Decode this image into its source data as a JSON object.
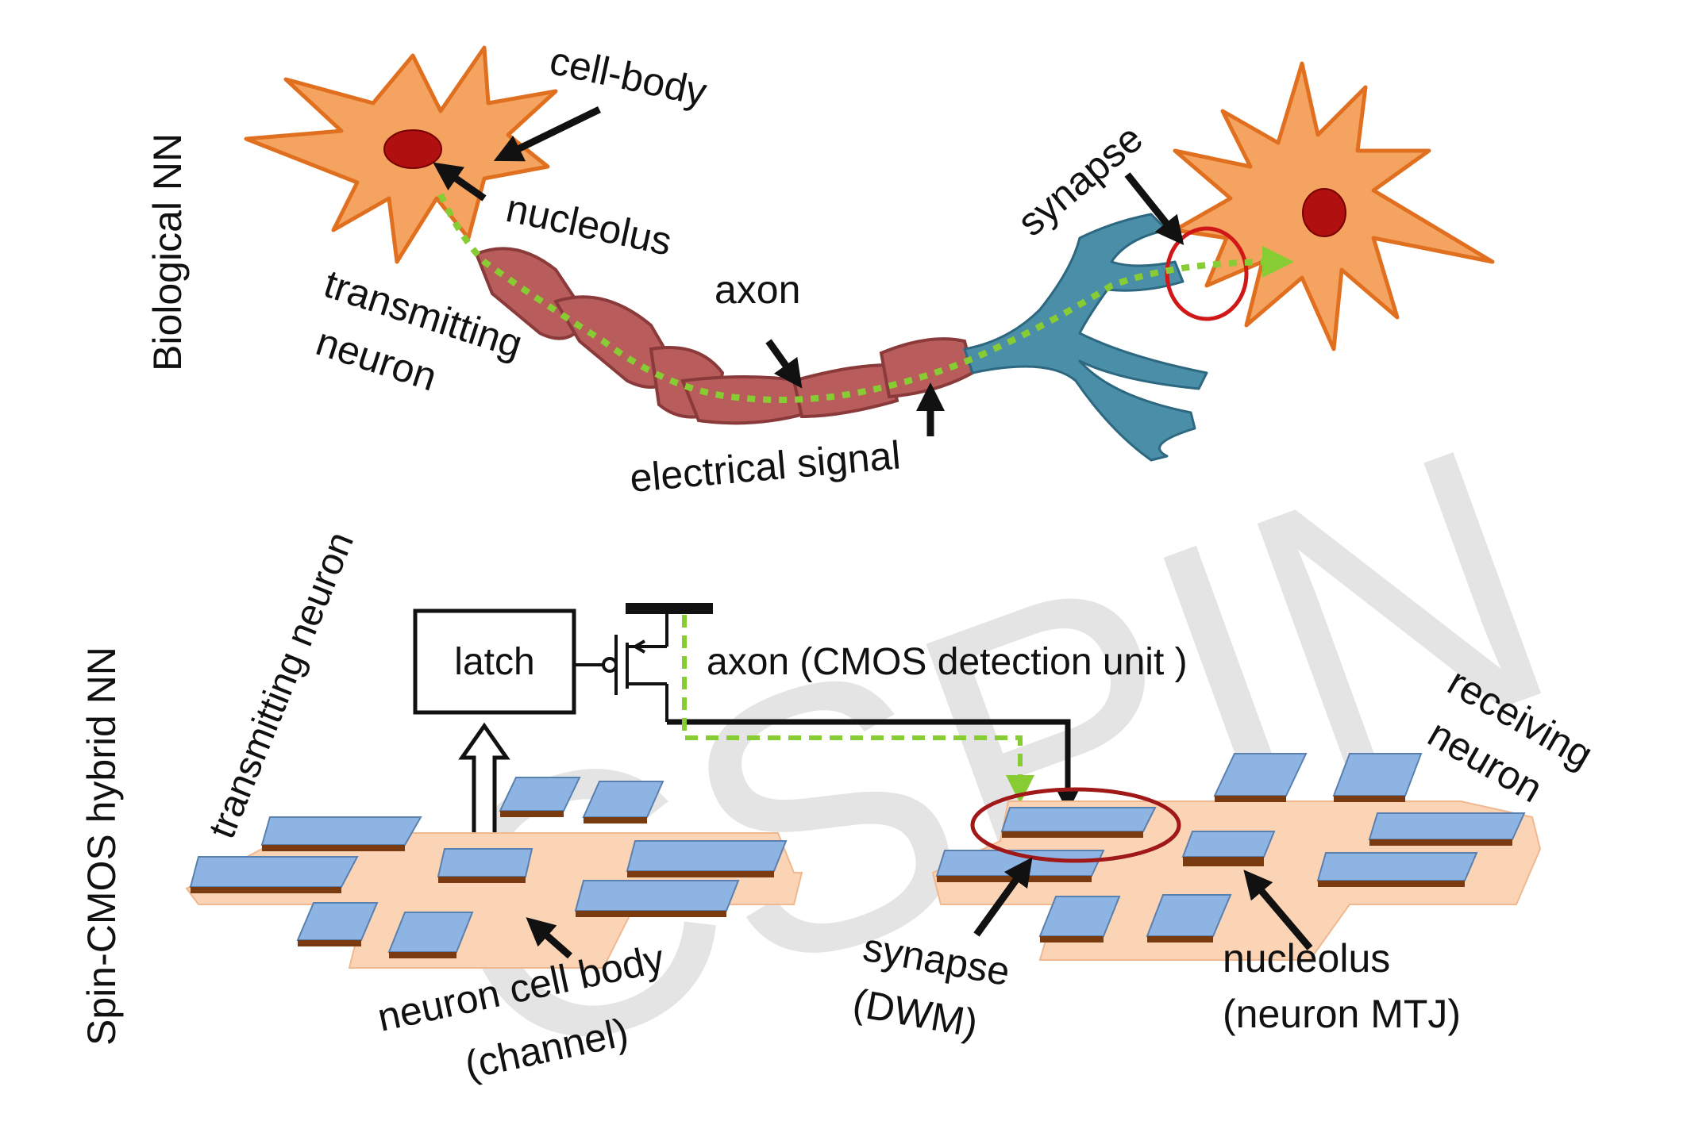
{
  "section_labels": {
    "top": "Biological NN",
    "bottom": "Spin-CMOS hybrid NN"
  },
  "watermark": "CSPIN",
  "biological": {
    "cell_body": "cell-body",
    "nucleolus": "nucleolus",
    "transmitting_line1": "transmitting",
    "transmitting_line2": "neuron",
    "axon": "axon",
    "electrical_signal": "electrical signal",
    "synapse": "synapse"
  },
  "hybrid": {
    "transmitting_neuron": "transmitting neuron",
    "latch": "latch",
    "axon": "axon (CMOS detection unit )",
    "receiving_line1": "receiving",
    "receiving_line2": "neuron",
    "cell_body_line1": "neuron cell body",
    "cell_body_line2": "(channel)",
    "synapse_line1": "synapse",
    "synapse_line2": "(DWM)",
    "nucleolus_line1": "nucleolus",
    "nucleolus_line2": "(neuron MTJ)"
  },
  "colors": {
    "neuron_orange": "#f4a460",
    "neuron_outline": "#e07020",
    "nucleus_red": "#b01010",
    "myelin": "#b85c5c",
    "dendrite_teal": "#4a8ea8",
    "signal_green": "#88cc33",
    "pad_peach": "#fbd3b5",
    "mtj_blue": "#8db4e2",
    "mtj_brown": "#7a3b10",
    "highlight_red": "#c00000"
  }
}
